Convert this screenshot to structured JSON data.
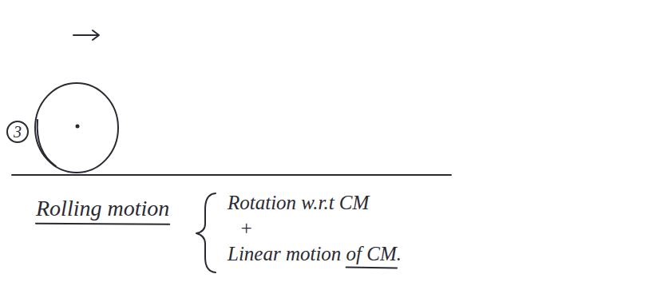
{
  "diagram": {
    "labels": [
      "3",
      "Rolling motion",
      "Rotation w.r.t CM",
      "+",
      "Linear motion of CM."
    ]
  }
}
